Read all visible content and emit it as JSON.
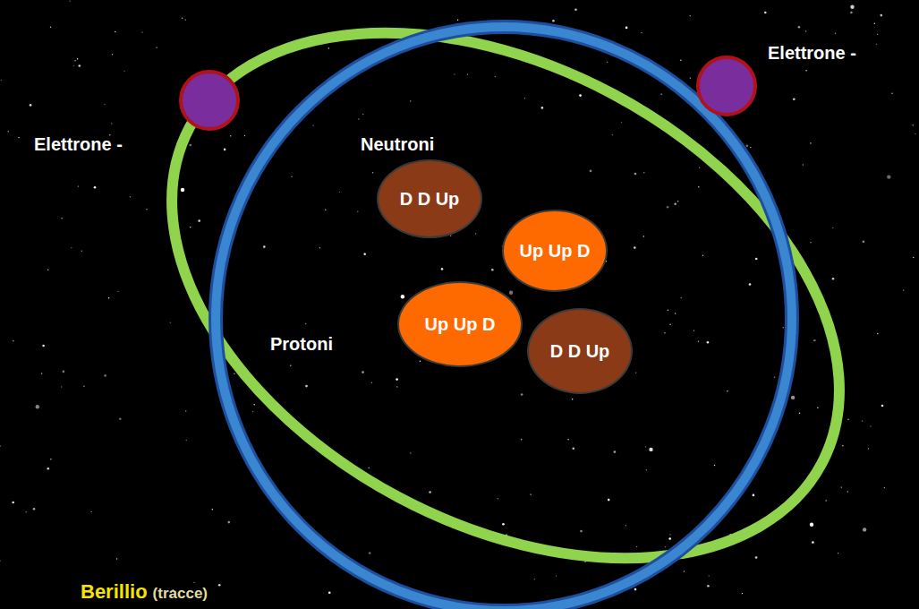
{
  "diagram": {
    "nodes": [
      {
        "text": [
          "D D Up"
        ]
      },
      {
        "text": [
          "Up Up D"
        ]
      },
      {
        "text": [
          "Up Up D"
        ]
      },
      {
        "text": [
          "D D Up"
        ]
      }
    ],
    "labels": [
      "Elettrone -",
      "Elettrone -",
      "Neutroni",
      "Protoni",
      "Berillio",
      "(tracce)"
    ]
  }
}
